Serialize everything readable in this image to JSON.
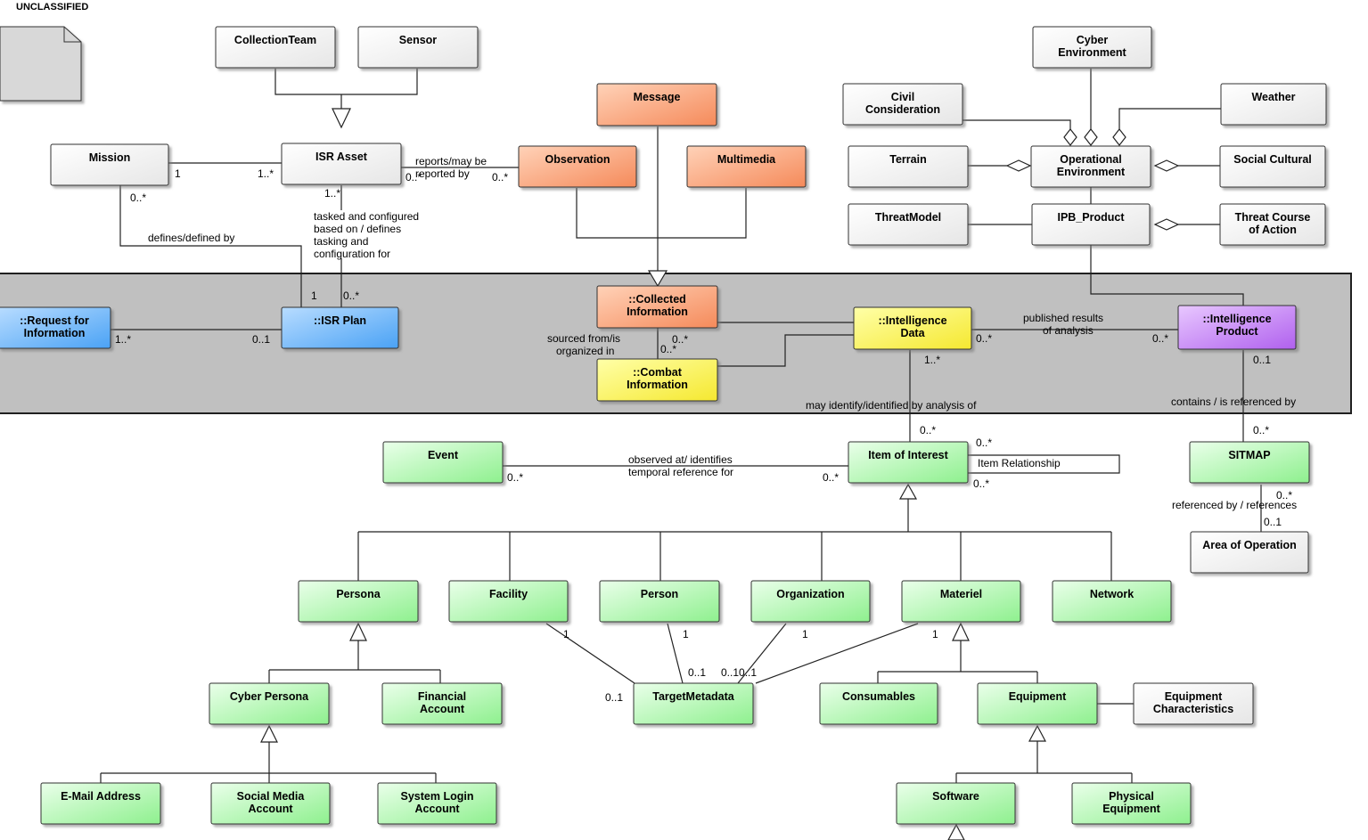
{
  "classification": "UNCLASSIFIED",
  "colors": {
    "white": "#ffffff",
    "orange": "#f9a57c",
    "yellow": "#fdf45c",
    "blue": "#6fb6ff",
    "purple": "#c98cf3",
    "green": "#b8f5b8",
    "band": "#c0c0c0"
  },
  "boxes": {
    "collectionteam": [
      "CollectionTeam"
    ],
    "sensor": [
      "Sensor"
    ],
    "mission": [
      "Mission"
    ],
    "israsset": [
      "ISR Asset"
    ],
    "message": [
      "Message"
    ],
    "observation": [
      "Observation"
    ],
    "multimedia": [
      "Multimedia"
    ],
    "cyberenv": [
      "Cyber",
      "Environment"
    ],
    "civil": [
      "Civil",
      "Consideration"
    ],
    "weather": [
      "Weather"
    ],
    "terrain": [
      "Terrain"
    ],
    "openv": [
      "Operational",
      "Environment"
    ],
    "socialcultural": [
      "Social Cultural"
    ],
    "threatmodel": [
      "ThreatModel"
    ],
    "ipbproduct": [
      "IPB_Product"
    ],
    "threatcoa": [
      "Threat Course",
      "of Action"
    ],
    "rfi": [
      "::Request for",
      "Information"
    ],
    "isrplan": [
      "::ISR Plan"
    ],
    "collectedinfo": [
      "::Collected",
      "Information"
    ],
    "combatinfo": [
      "::Combat",
      "Information"
    ],
    "intdata": [
      "::Intelligence",
      "Data"
    ],
    "intproduct": [
      "::Intelligence",
      "Product"
    ],
    "event": [
      "Event"
    ],
    "itemofinterest": [
      "Item of Interest"
    ],
    "sitmap": [
      "SITMAP"
    ],
    "areaofop": [
      "Area of Operation"
    ],
    "persona": [
      "Persona"
    ],
    "facility": [
      "Facility"
    ],
    "person": [
      "Person"
    ],
    "organization": [
      "Organization"
    ],
    "materiel": [
      "Materiel"
    ],
    "network": [
      "Network"
    ],
    "cyberpersona": [
      "Cyber Persona"
    ],
    "financial": [
      "Financial",
      "Account"
    ],
    "targetmeta": [
      "TargetMetadata"
    ],
    "consumables": [
      "Consumables"
    ],
    "equipment": [
      "Equipment"
    ],
    "equipchar": [
      "Equipment",
      "Characteristics"
    ],
    "email": [
      "E-Mail Address"
    ],
    "socialmedia": [
      "Social Media",
      "Account"
    ],
    "syslogin": [
      "System Login",
      "Account"
    ],
    "software": [
      "Software"
    ],
    "physical": [
      "Physical",
      "Equipment"
    ]
  },
  "labels": {
    "l_reports": "reports/may be",
    "l_reportedby": "reported by",
    "l_mult_isr_obs_a": "0..*",
    "l_mult_isr_obs_b": "0..*",
    "l_mission_1": "1",
    "l_isr_1star": "1..*",
    "l_mission_0star": "0..*",
    "l_isr_1star_b": "1..*",
    "l_tasked1": "tasked and configured",
    "l_tasked2": "based on / defines",
    "l_tasked3": "tasking and",
    "l_tasked4": "configuration for",
    "l_defines": "defines/defined by",
    "l_plan_1": "1",
    "l_plan_0star": "0..*",
    "l_rfi_1star": "1..*",
    "l_plan_01": "0..1",
    "l_sourced1": "sourced from/is",
    "l_sourced2": "organized in",
    "l_ci_0star": "0..*",
    "l_cbi_0star": "0..*",
    "l_pub1": "published results",
    "l_pub2": "of analysis",
    "l_id_0star": "0..*",
    "l_ip_0star": "0..*",
    "l_id_1star": "1..*",
    "l_ip_01": "0..1",
    "l_mayidentify": "may identify/identified by analysis of",
    "l_contains": "contains / is referenced by",
    "l_ioi_0star_top": "0..*",
    "l_ioi_0star_r1": "0..*",
    "l_ioi_0star_r2": "0..*",
    "l_itemrel": "Item Relationship",
    "l_sit_0star": "0..*",
    "l_obs1": "observed at/ identifies",
    "l_obs2": "temporal reference for",
    "l_ev_0star": "0..*",
    "l_ioi_0star_l": "0..*",
    "l_sit_0star_b": "0..*",
    "l_refby": "referenced by / references",
    "l_aoo_01": "0..1",
    "l_fac_1": "1",
    "l_per_1": "1",
    "l_org_1": "1",
    "l_mat_1": "1",
    "l_tm_01a": "0..1",
    "l_tm_01b": "0..10..1",
    "l_tm_01c": "0..1"
  }
}
